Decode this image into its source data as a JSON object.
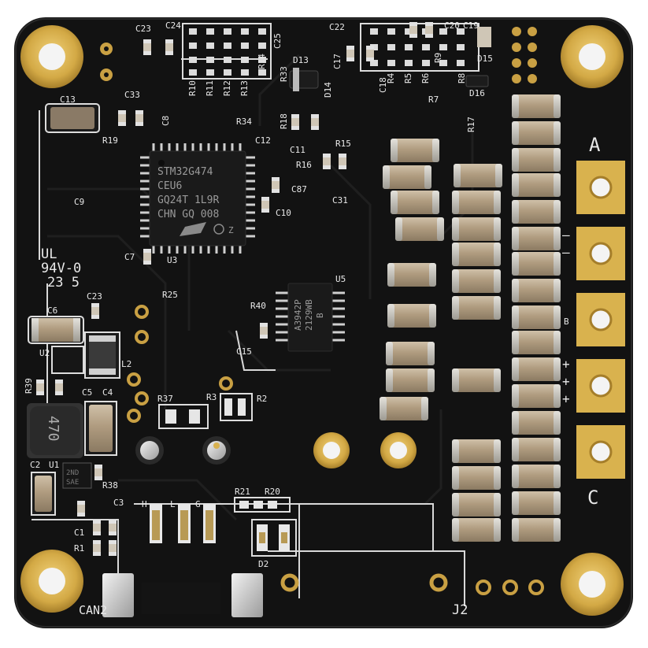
{
  "board": {
    "colors": {
      "pcb": "#121212",
      "silkscreen": "#e8e8e8",
      "gold": "#d9b24e",
      "capacitor": "#b5a48b",
      "chip": "#1b1b1b"
    },
    "mcu": {
      "line1": "STM32G474",
      "line2": "CEU6",
      "line3": "GQ24T 1L9R",
      "line4": "CHN GQ 008"
    },
    "driver": {
      "line1": "A3942P",
      "line2": "2129WB",
      "line3": "B"
    },
    "inductor_value": "470",
    "regulator_marking": "2ND\nSAE",
    "certification": {
      "line1": "UL",
      "line2": "94V-0",
      "line3": "23 5"
    },
    "phase_labels": {
      "top": "A",
      "bottom": "C",
      "middle": "B"
    },
    "connector_labels": {
      "can": "CAN2",
      "j2": "J2",
      "can_pins": [
        "H",
        "L",
        "G"
      ]
    },
    "designators": {
      "C23": "C23",
      "C24": "C24",
      "C25": "C25",
      "C22": "C22",
      "C20": "C20",
      "C19": "C19",
      "C17": "C17",
      "C18": "C18",
      "C13": "C13",
      "C33": "C33",
      "C8": "C8",
      "C9": "C9",
      "C7": "C7",
      "C12": "C12",
      "C11": "C11",
      "C87": "C87",
      "C10": "C10",
      "C31": "C31",
      "C6": "C6",
      "C23b": "C23",
      "C15": "C15",
      "C5": "C5",
      "C4": "C4",
      "C2": "C2",
      "C3": "C3",
      "C1": "C1",
      "R10": "R10",
      "R11": "R11",
      "R12": "R12",
      "R13": "R13",
      "R14": "R14",
      "R33": "R33",
      "R34": "R34",
      "R18": "R18",
      "R19": "R19",
      "R15": "R15",
      "R16": "R16",
      "R17": "R17",
      "R4": "R4",
      "R5": "R5",
      "R6": "R6",
      "R7": "R7",
      "R8": "R8",
      "R9": "R9",
      "R25": "R25",
      "R40": "R40",
      "R39": "R39",
      "R37": "R37",
      "R3": "R3",
      "R2": "R2",
      "R38": "R38",
      "R21": "R21",
      "R20": "R20",
      "R1": "R1",
      "D13": "D13",
      "D14": "D14",
      "D15": "D15",
      "D16": "D16",
      "D2": "D2",
      "U1": "U1",
      "U2": "U2",
      "U3": "U3",
      "U5": "U5",
      "L2": "L2"
    }
  }
}
